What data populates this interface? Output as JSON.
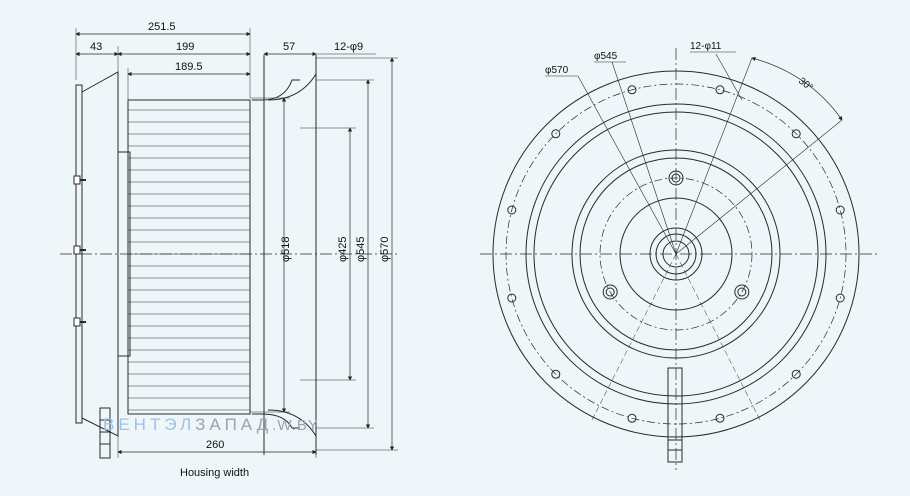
{
  "side_view": {
    "dim_overall_depth": "251.5",
    "dim_hub": "43",
    "dim_blade_outer": "199",
    "dim_blade_inner": "189.5",
    "dim_flange": "57",
    "dim_holes": "12-φ9",
    "dim_d518": "φ518",
    "dim_d425": "φ425",
    "dim_d545": "φ545",
    "dim_d570": "φ570",
    "dim_housing": "260",
    "housing_label": "Housing width"
  },
  "front_view": {
    "dim_d570": "φ570",
    "dim_d545": "φ545",
    "dim_holes": "12-φ11",
    "angle": "30°"
  },
  "watermark": {
    "part1": "ВЕНТЭЛ",
    "part2": "ЗАПАД",
    "part3": ".W.BY"
  },
  "colors": {
    "line": "#2a2a2a",
    "background": "#eef6fa",
    "watermark_blue": "#9bc3e8",
    "watermark_gray": "#9aa4ae"
  }
}
